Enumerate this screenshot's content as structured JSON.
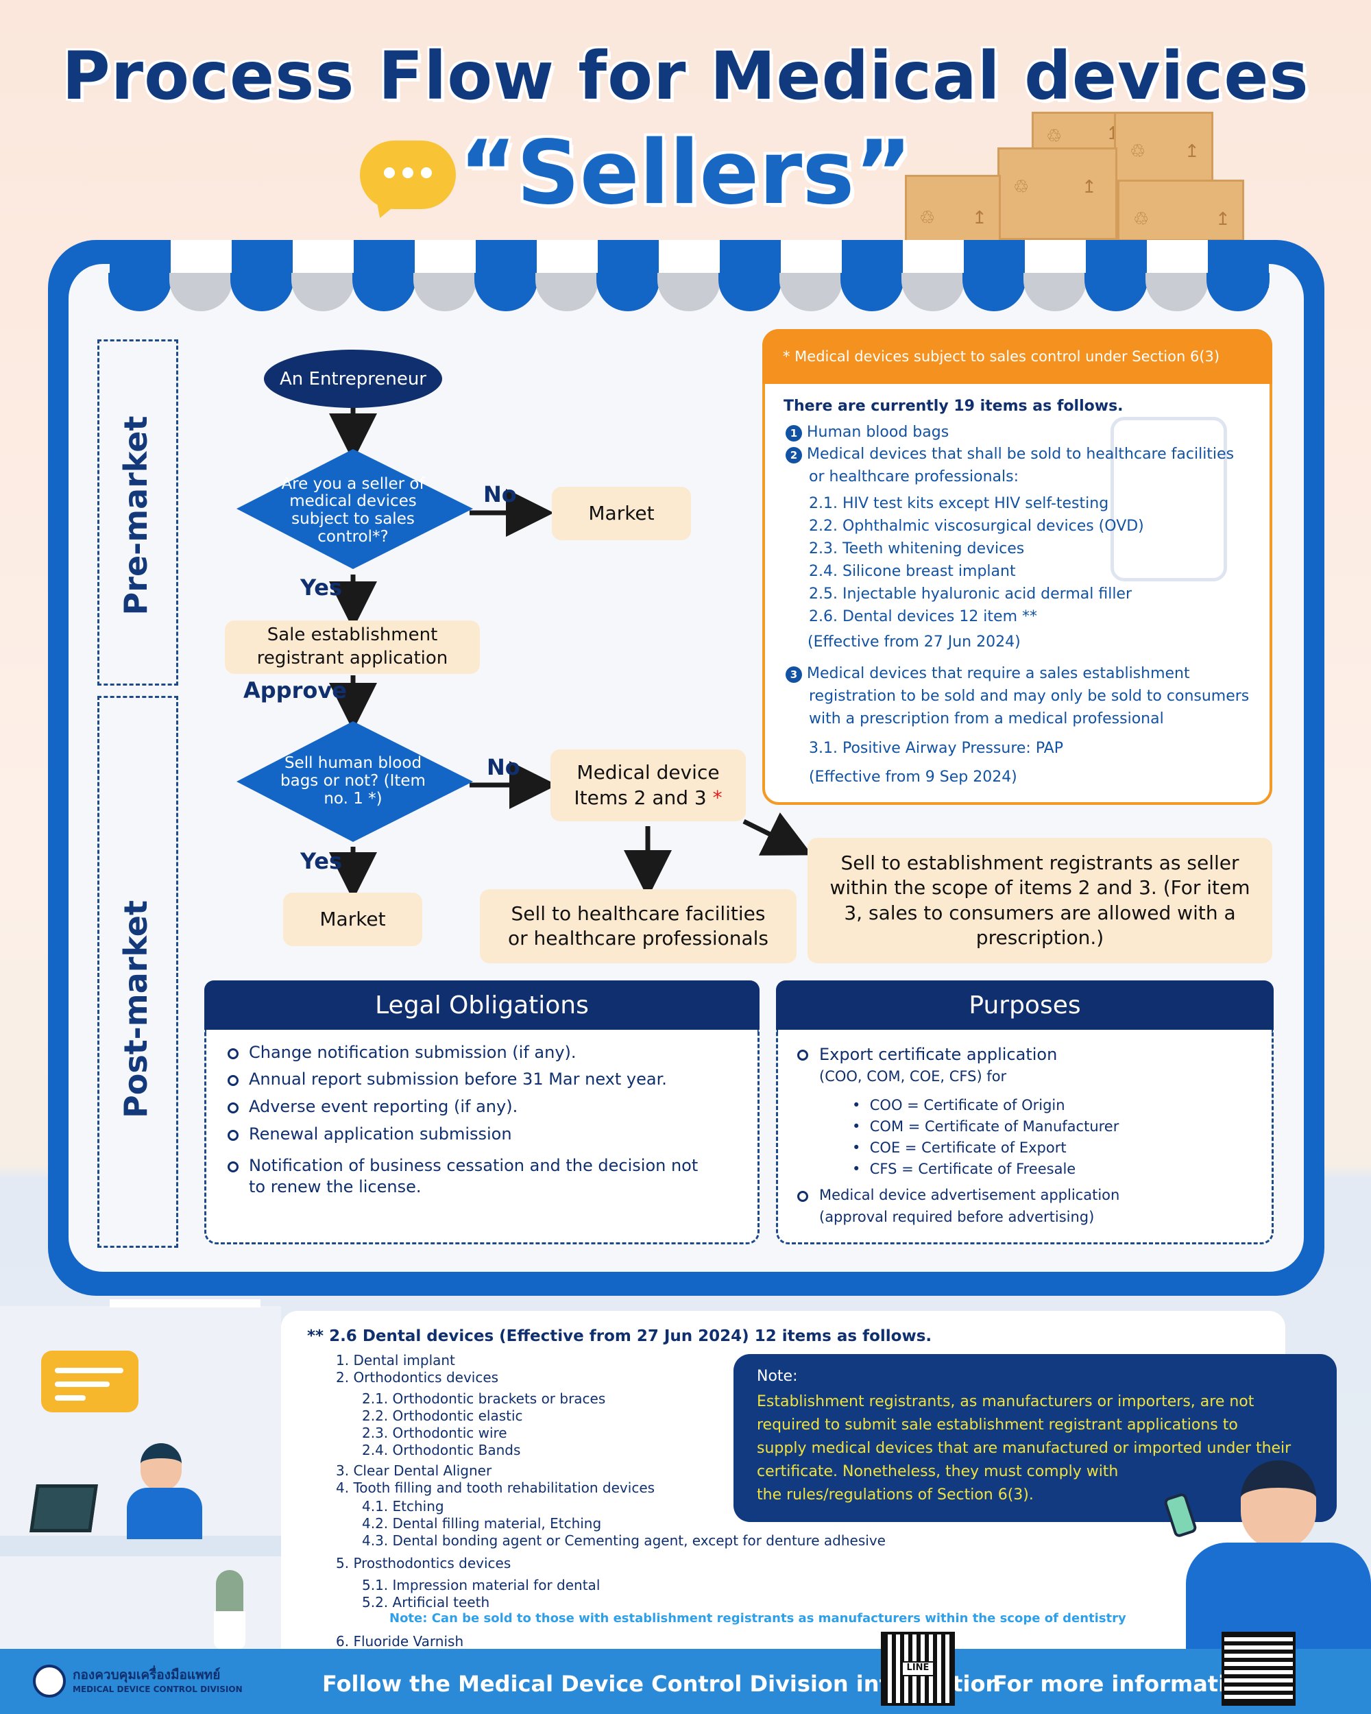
{
  "header": {
    "title_line1": "Process Flow for Medical devices",
    "title_line2": "“Sellers”"
  },
  "side_labels": {
    "pre_market": "Pre-market",
    "post_market": "Post-market"
  },
  "flow": {
    "start": "An Entrepreneur",
    "q1": "Are you a seller of medical devices subject to sales control*?",
    "q1_no": "No",
    "q1_yes": "Yes",
    "market_1": "Market",
    "application": "Sale establishment registrant application",
    "approve": "Approve",
    "q2": "Sell human blood bags or not? (Item no. 1 *)",
    "q2_no": "No",
    "q2_yes": "Yes",
    "market_2": "Market",
    "items_23_line1": "Medical device",
    "items_23_line2": "Items 2 and 3",
    "asterisk": "*",
    "sell_healthcare": "Sell to healthcare facilities or healthcare professionals",
    "sell_establishment": "Sell to establishment registrants as seller within the scope of items 2 and 3. (For item 3, sales to consumers are allowed with a prescription.)"
  },
  "info": {
    "header": "*  Medical devices subject to sales control under Section 6(3)",
    "intro": "There are currently 19 items as follows.",
    "item1_num": "1",
    "item1": "Human blood bags",
    "item2_num": "2",
    "item2_line1": "Medical devices that shall be sold to healthcare facilities",
    "item2_line2": "or healthcare professionals:",
    "sub2": [
      "2.1. HIV test kits except HIV self-testing",
      "2.2. Ophthalmic viscosurgical devices (OVD)",
      "2.3. Teeth whitening devices",
      "2.4. Silicone breast implant",
      "2.5. Injectable hyaluronic acid dermal filler",
      "2.6. Dental devices 12 item **"
    ],
    "effective2": "(Effective from 27 Jun 2024)",
    "item3_num": "3",
    "item3_line1": "Medical devices that require a sales establishment",
    "item3_line2": "registration to be sold and may only be sold to consumers",
    "item3_line3": "with a prescription from a medical professional",
    "sub3": "3.1. Positive Airway Pressure: PAP",
    "effective3": "(Effective from 9 Sep 2024)"
  },
  "legal": {
    "title": "Legal Obligations",
    "items": [
      "Change notification submission (if any).",
      "Annual report submission before 31 Mar next year.",
      "Adverse event reporting (if any).",
      "Renewal application submission",
      "Notification of business cessation and the decision not",
      "to renew the license."
    ]
  },
  "purposes": {
    "title": "Purposes",
    "export_title": "Export certificate application",
    "export_sub": "(COO, COM, COE, CFS) for",
    "certs": [
      "COO = Certificate of Origin",
      "COM = Certificate of Manufacturer",
      "COE = Certificate of Export",
      "CFS = Certificate of Freesale"
    ],
    "advert_title": "Medical device advertisement application",
    "advert_sub": "(approval required before advertising)"
  },
  "dental": {
    "heading": "** 2.6 Dental devices (Effective from 27 Jun 2024) 12 items as follows.",
    "lines": [
      "1. Dental implant",
      "2. Orthodontics devices",
      "2.1.  Orthodontic brackets or braces",
      "2.2.  Orthodontic elastic",
      "2.3.  Orthodontic wire",
      "2.4.  Orthodontic Bands",
      "3. Clear Dental Aligner",
      "4. Tooth filling and tooth rehabilitation devices",
      "4.1.  Etching",
      "4.2.  Dental filling material, Etching",
      "4.3.  Dental bonding agent or Cementing agent, except for denture adhesive",
      "5. Prosthodontics devices",
      "5.1.  Impression material for dental",
      "5.2.  Artificial teeth",
      "6. Fluoride Varnish"
    ],
    "note": "Note: Can be sold to those with establishment registrants as manufacturers within the scope of dentistry"
  },
  "note": {
    "title": "Note:",
    "lines": [
      "Establishment registrants, as manufacturers or importers, are not",
      "required to submit sale establishment registrant applications to",
      "supply medical devices that are manufactured or imported under their",
      "certificate. Nonetheless, they must comply with",
      "the rules/regulations of Section 6(3)."
    ]
  },
  "footer": {
    "org_th": "กองควบคุมเครื่องมือแพทย์",
    "org_en": "MEDICAL DEVICE CONTROL DIVISION",
    "follow": "Follow the Medical Device Control Division information",
    "more": "For more information",
    "line_label": "LINE"
  },
  "colors": {
    "navy": "#0f2f6e",
    "blue": "#1466c6",
    "orange": "#f5921f",
    "beige": "#fcead0",
    "yellow": "#f1e33a"
  }
}
